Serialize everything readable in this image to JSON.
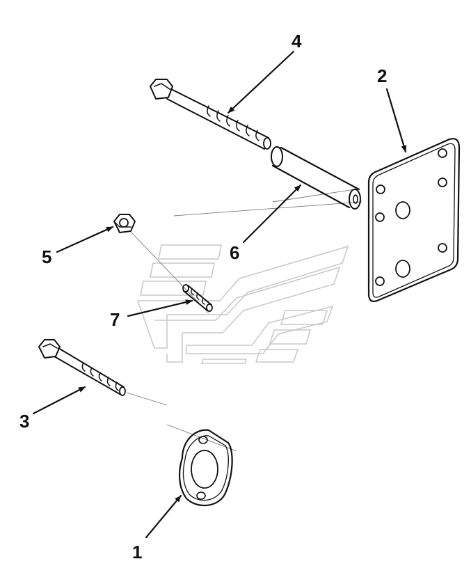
{
  "callouts": {
    "c1": "1",
    "c2": "2",
    "c3": "3",
    "c4": "4",
    "c5": "5",
    "c6": "6",
    "c7": "7"
  },
  "colors": {
    "ink": "#111111",
    "watermark": "#c9c9c9",
    "background": "#ffffff"
  }
}
